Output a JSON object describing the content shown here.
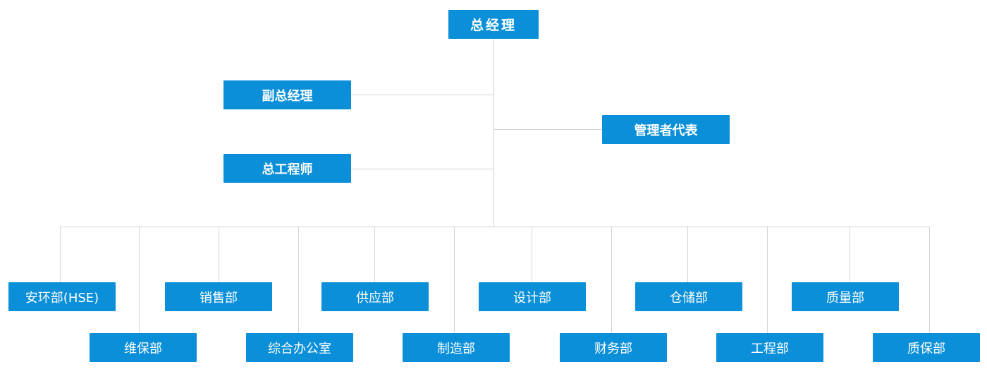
{
  "general_manager": "总经理",
  "deputy_general_manager": "副总经理",
  "management_representative": "管理者代表",
  "chief_engineer": "总工程师",
  "departments": [
    "安环部(HSE)",
    "维保部",
    "销售部",
    "综合办公室",
    "供应部",
    "制造部",
    "设计部",
    "财务部",
    "仓储部",
    "工程部",
    "质量部",
    "质保部"
  ],
  "colors": {
    "node_fill": "#0a8fd8",
    "node_text": "#ffffff",
    "connector": "#d4d4d4"
  }
}
